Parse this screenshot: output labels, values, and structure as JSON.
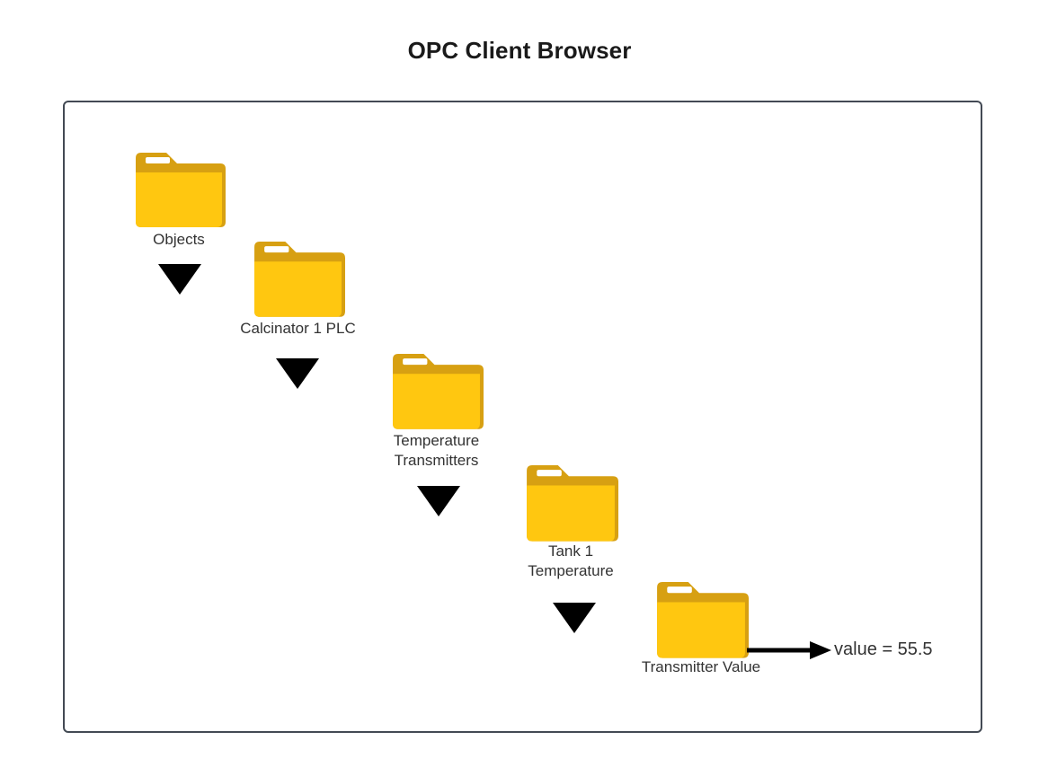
{
  "page": {
    "title": "OPC Client Browser",
    "background": "#ffffff"
  },
  "colors": {
    "folder_body": "#ffc710",
    "folder_tab": "#d7a012",
    "folder_slot": "#ffffff",
    "frame_border": "#434a54",
    "text": "#333333",
    "title_text": "#1a1a1a",
    "arrow": "#000000"
  },
  "diagram": {
    "frame_name": "browser-canvas",
    "nodes": [
      {
        "id": "objects",
        "label": "Objects",
        "icon": "folder-icon",
        "level": 0
      },
      {
        "id": "calcinator-1-plc",
        "label": "Calcinator 1 PLC",
        "icon": "folder-icon",
        "level": 1
      },
      {
        "id": "temperature-transmitters",
        "label_line_1": "Temperature",
        "label_line_2": "Transmitters",
        "icon": "folder-icon",
        "level": 2
      },
      {
        "id": "tank-1-temperature",
        "label_line_1": "Tank 1",
        "label_line_2": "Temperature",
        "icon": "folder-icon",
        "level": 3
      },
      {
        "id": "transmitter-value",
        "label": "Transmitter Value",
        "icon": "folder-icon",
        "level": 4
      }
    ],
    "connectors": [
      {
        "id": "objects-to-plc",
        "type": "down-arrow"
      },
      {
        "id": "plc-to-temperature-transmitters",
        "type": "down-arrow"
      },
      {
        "id": "temperature-transmitters-to-tank-1",
        "type": "down-arrow"
      },
      {
        "id": "tank-1-to-transmitter-value",
        "type": "down-arrow"
      },
      {
        "id": "transmitter-value-to-readout",
        "type": "right-arrow"
      }
    ],
    "readout": {
      "text": "value = 55.5"
    }
  }
}
